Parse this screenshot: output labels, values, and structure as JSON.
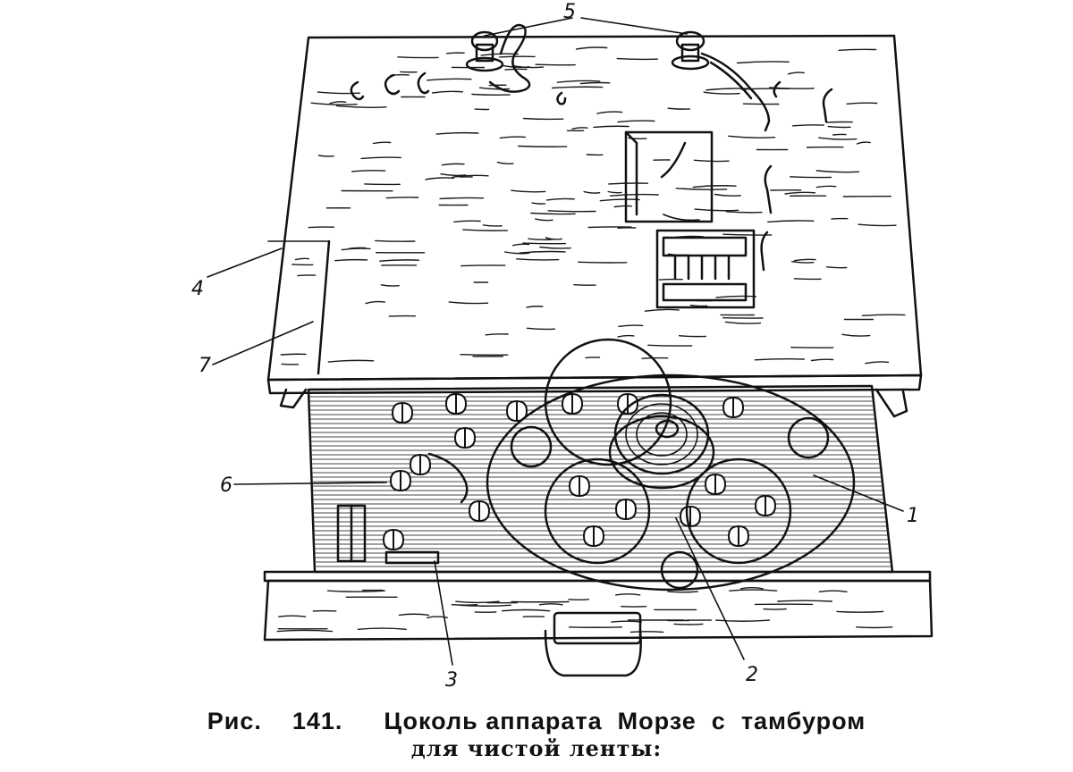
{
  "figure": {
    "callouts": [
      {
        "id": "callout-1",
        "text": "1"
      },
      {
        "id": "callout-2",
        "text": "2"
      },
      {
        "id": "callout-3",
        "text": "3"
      },
      {
        "id": "callout-4",
        "text": "4"
      },
      {
        "id": "callout-5",
        "text": "5"
      },
      {
        "id": "callout-6",
        "text": "6"
      },
      {
        "id": "callout-7",
        "text": "7"
      }
    ]
  },
  "caption": {
    "label": "Рис.",
    "number": "141.",
    "line1": "Цоколь аппарата  Морзе  с  тамбуром",
    "line2": "для чистой  ленты:"
  }
}
